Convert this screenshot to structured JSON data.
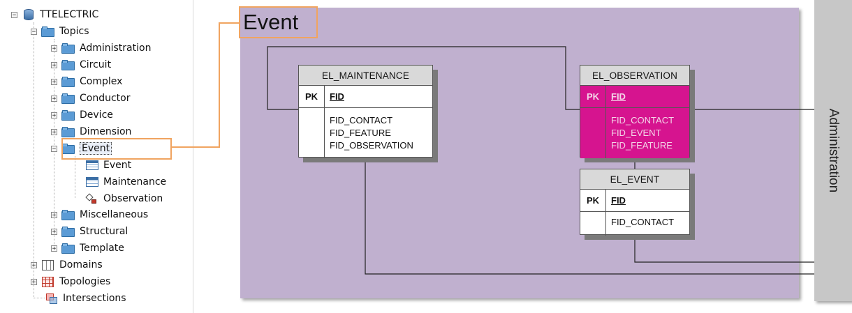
{
  "tree": {
    "root": "TTELECTRIC",
    "topics_label": "Topics",
    "topics": [
      {
        "label": "Administration",
        "state": "+"
      },
      {
        "label": "Circuit",
        "state": "+"
      },
      {
        "label": "Complex",
        "state": "+"
      },
      {
        "label": "Conductor",
        "state": "+"
      },
      {
        "label": "Device",
        "state": "+"
      },
      {
        "label": "Dimension",
        "state": "+"
      },
      {
        "label": "Event",
        "state": "−"
      },
      {
        "label": "Miscellaneous",
        "state": "+"
      },
      {
        "label": "Structural",
        "state": "+"
      },
      {
        "label": "Template",
        "state": "+"
      }
    ],
    "event_children": [
      {
        "label": "Event",
        "icon": "table-icon"
      },
      {
        "label": "Maintenance",
        "icon": "table-icon"
      },
      {
        "label": "Observation",
        "icon": "relationship-icon"
      }
    ],
    "other": [
      {
        "label": "Domains",
        "icon": "domain-icon",
        "state": "+"
      },
      {
        "label": "Topologies",
        "icon": "topology-icon",
        "state": "+"
      },
      {
        "label": "Intersections",
        "icon": "intersection-icon"
      }
    ],
    "highlight_color": "#f0a460"
  },
  "diagram": {
    "title": "Event",
    "background": "#c0b0cf",
    "pk_label": "PK",
    "entities": [
      {
        "name": "EL_MAINTENANCE",
        "pk": "FID",
        "fields": [
          "FID_CONTACT",
          "FID_FEATURE",
          "FID_OBSERVATION"
        ],
        "highlighted": false
      },
      {
        "name": "EL_OBSERVATION",
        "pk": "FID",
        "fields": [
          "FID_CONTACT",
          "FID_EVENT",
          "FID_FEATURE"
        ],
        "highlighted": true,
        "highlight_color": "#d6148f"
      },
      {
        "name": "EL_EVENT",
        "pk": "FID",
        "fields": [
          "FID_CONTACT"
        ],
        "highlighted": false
      }
    ]
  },
  "side_tab": {
    "label": "Administration"
  }
}
